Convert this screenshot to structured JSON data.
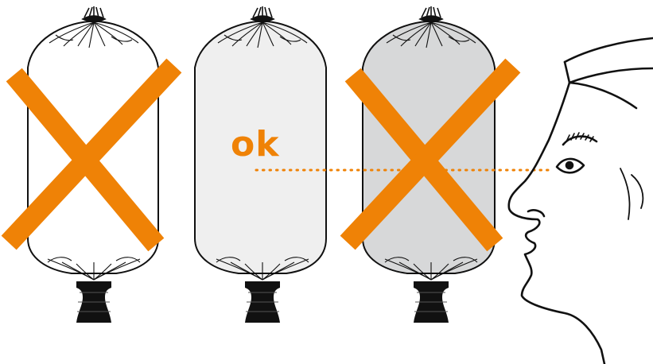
{
  "labels": {
    "ok": "ok"
  },
  "colors": {
    "accent": "#EF8206",
    "outline": "#111111",
    "bag_fill": [
      "#ffffff",
      "#efefef",
      "#d7d8d9"
    ]
  },
  "bags": [
    {
      "state": "empty",
      "marked": "rejected"
    },
    {
      "state": "filled-light",
      "marked": "ok"
    },
    {
      "state": "filled-dark",
      "marked": "rejected"
    }
  ],
  "icons": {
    "reject": "x-mark-icon",
    "viewer": "face-profile-icon",
    "sight_line": "dotted-sight-line"
  }
}
